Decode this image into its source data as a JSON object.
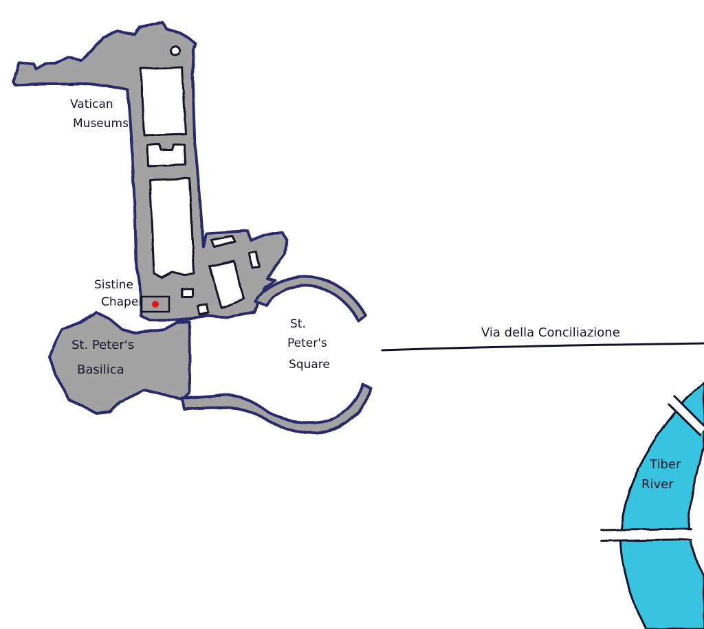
{
  "map": {
    "style": "hand-drawn sketch map",
    "colors": {
      "background": "#ffffff",
      "building_fill": "#a3a3a3",
      "outline": "#2a2a6a",
      "river": "#39c3e0",
      "marker": "#e01515"
    },
    "labels": {
      "vatican_museums": [
        "Vatican",
        "Museums"
      ],
      "sistine_chapel": [
        "Sistine",
        "Chapel"
      ],
      "st_peters_basilica": [
        "St. Peter's",
        "Basilica"
      ],
      "st_peters_square": [
        "St.",
        "Peter's",
        "Square"
      ],
      "via_della_conciliazione": "Via della Conciliazione",
      "tiber_river": [
        "Tiber",
        "River"
      ]
    },
    "marker": {
      "icon": "red-dot",
      "meaning": "Sistine Chapel location"
    }
  }
}
